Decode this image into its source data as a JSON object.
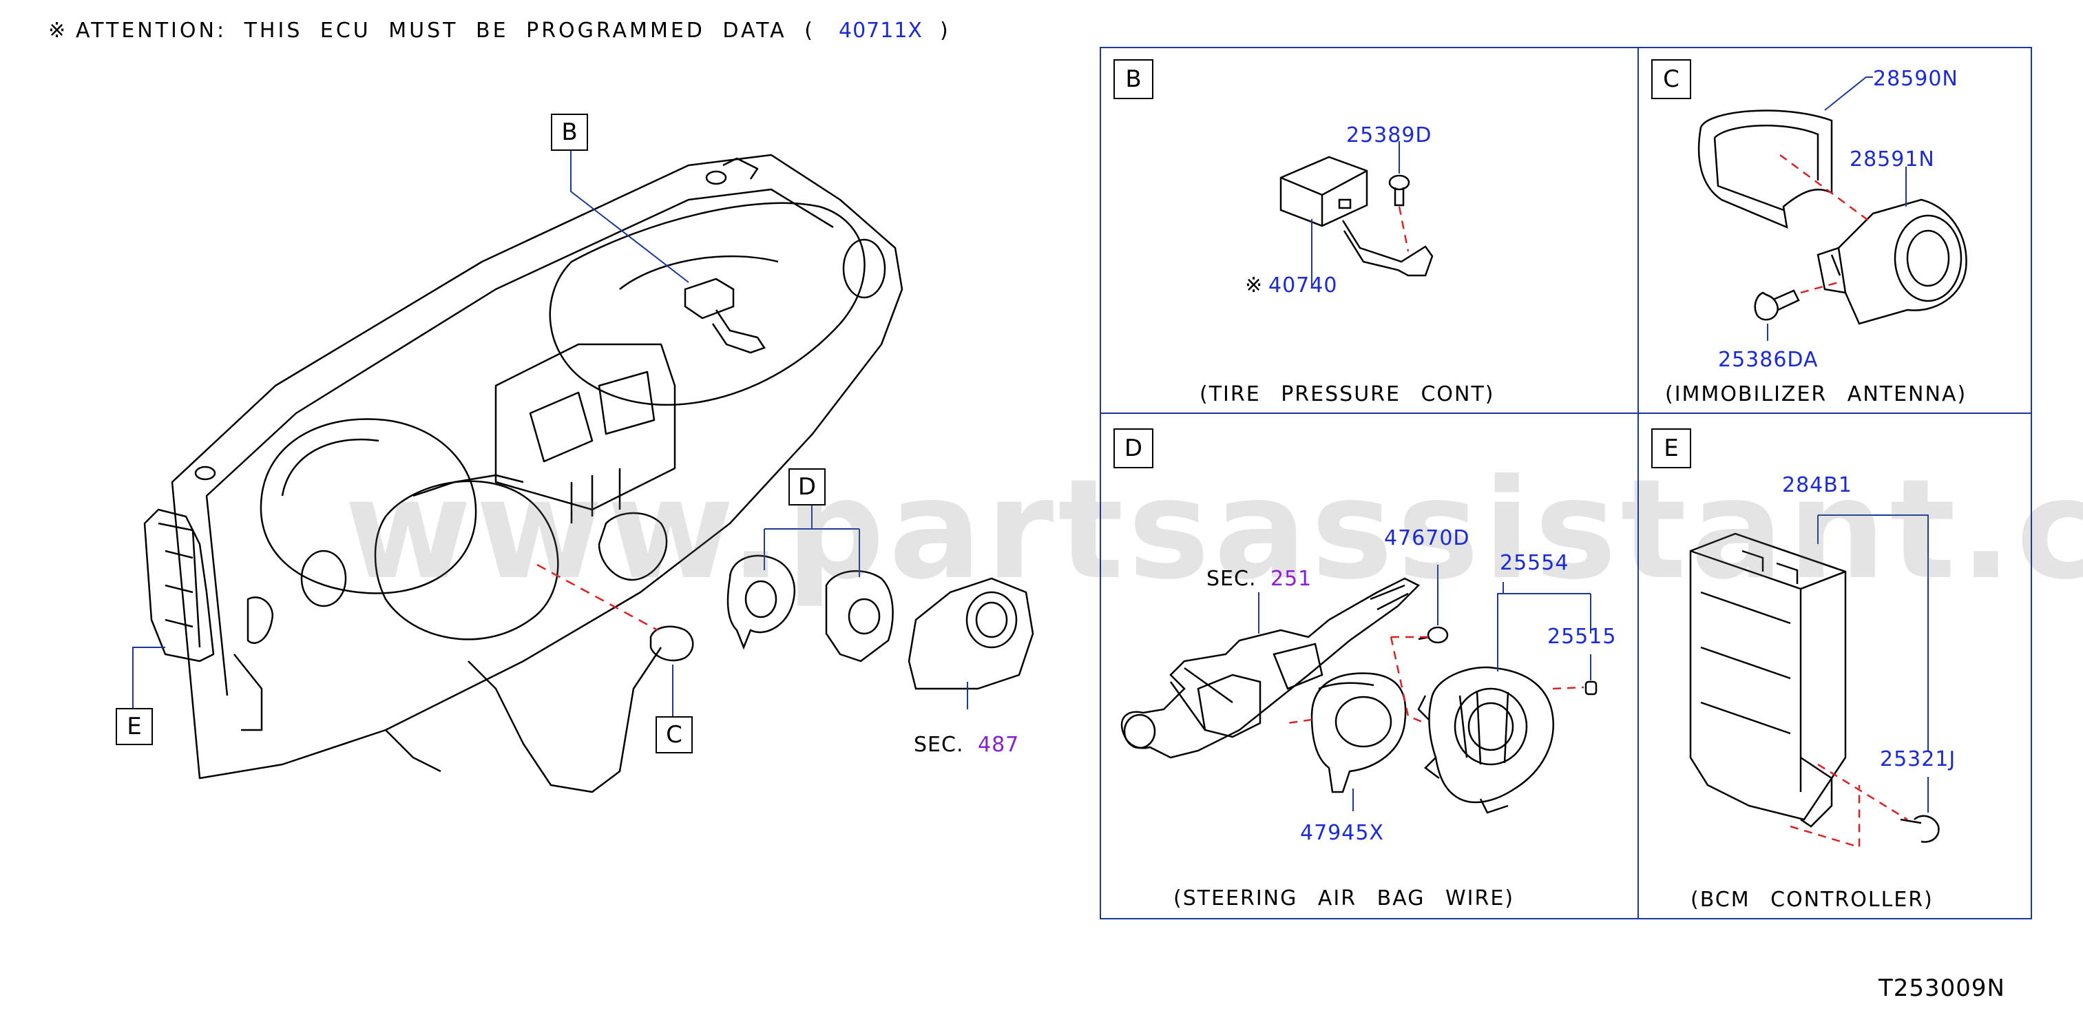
{
  "header": {
    "attention_symbol": "※",
    "attention_text": "ATTENTION:  THIS  ECU  MUST  BE  PROGRAMMED  DATA  (",
    "attention_part": "40711X",
    "attention_close": ")"
  },
  "overview": {
    "callouts": {
      "b": "B",
      "c": "C",
      "d": "D",
      "e": "E"
    },
    "sec487_label": "SEC.",
    "sec487_num": "487"
  },
  "panel_b": {
    "letter": "B",
    "parts": {
      "bolt": "25389D",
      "cont_mark": "※",
      "cont": "40740"
    },
    "caption": "(TIRE  PRESSURE  CONT)"
  },
  "panel_c": {
    "letter": "C",
    "parts": {
      "cover": "28590N",
      "antenna": "28591N",
      "screw": "25386DA"
    },
    "caption": "(IMMOBILIZER  ANTENNA)"
  },
  "panel_d": {
    "letter": "D",
    "sec251_label": "SEC.",
    "sec251_num": "251",
    "parts": {
      "screw": "47670D",
      "spiral": "25554",
      "cap": "25515",
      "sensor": "47945X"
    },
    "caption": "(STEERING  AIR  BAG  WIRE)"
  },
  "panel_e": {
    "letter": "E",
    "parts": {
      "bcm": "284B1",
      "bolt": "25321J"
    },
    "caption": "(BCM  CONTROLLER)"
  },
  "footer": {
    "diagram_code": "T253009N"
  },
  "watermark": "www.partsassistant.com",
  "colors": {
    "part_number": "#1a2bd6",
    "section_ref": "#8a1fd0",
    "leader": "#1a3a9a",
    "dashed": "#e02020",
    "panel_border": "#1a3a9a"
  }
}
